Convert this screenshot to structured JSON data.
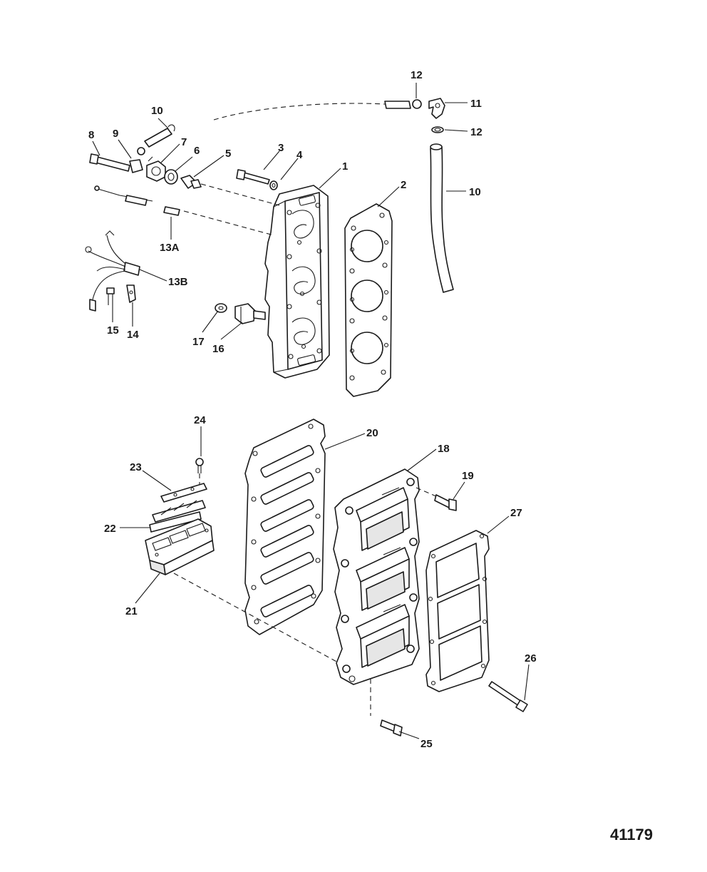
{
  "figure_number": "41179",
  "callouts": {
    "c1": "1",
    "c2": "2",
    "c3": "3",
    "c4": "4",
    "c5": "5",
    "c6": "6",
    "c7": "7",
    "c8": "8",
    "c9": "9",
    "c10a": "10",
    "c10b": "10",
    "c11": "11",
    "c12a": "12",
    "c12b": "12",
    "c13a": "13A",
    "c13b": "13B",
    "c14": "14",
    "c15": "15",
    "c16": "16",
    "c17": "17",
    "c18": "18",
    "c19": "19",
    "c20": "20",
    "c21": "21",
    "c22": "22",
    "c23": "23",
    "c24": "24",
    "c25": "25",
    "c26": "26",
    "c27": "27"
  },
  "colors": {
    "ink": "#1a1a1a",
    "paper": "#ffffff",
    "shade": "#e6e6e6"
  }
}
